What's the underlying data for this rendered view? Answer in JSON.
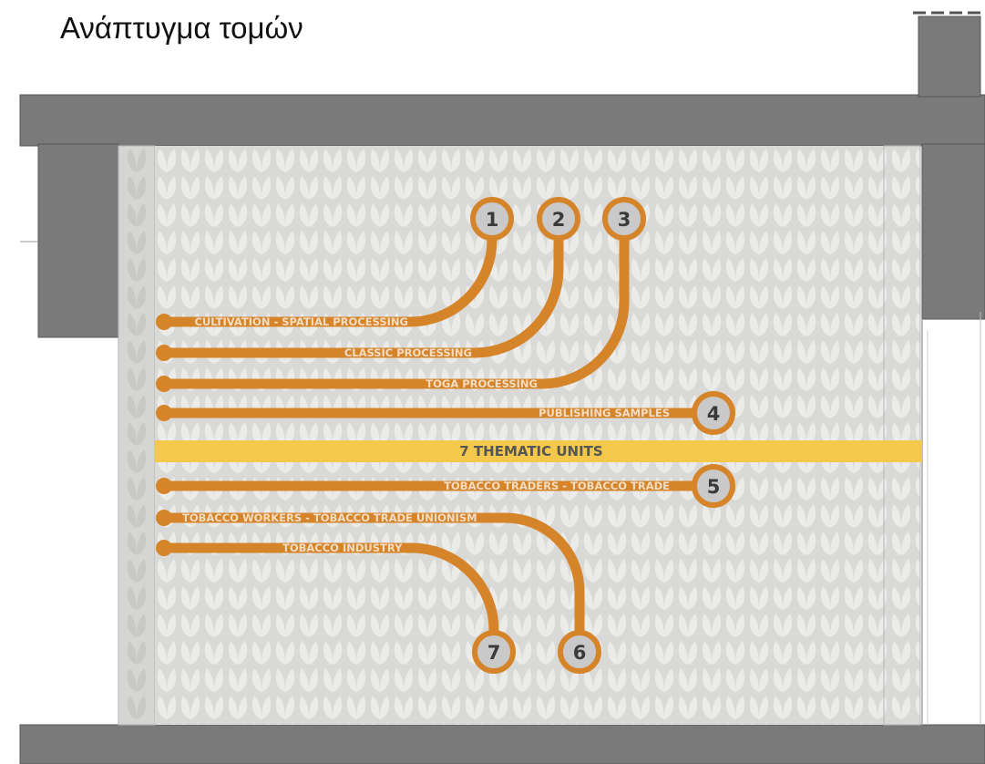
{
  "page": {
    "title": "Ανάπτυγμα τομών"
  },
  "banner": {
    "label": "7 THEMATIC UNITS"
  },
  "colors": {
    "route": "#d5842a",
    "banner": "#f4c84a",
    "wall": "#7a7a7a",
    "panel": "#d9d9d7",
    "node_fill": "#c9c9c9"
  },
  "routes": [
    {
      "number": "1",
      "label": "CULTIVATION - SPATIAL PROCESSING"
    },
    {
      "number": "2",
      "label": "CLASSIC PROCESSING"
    },
    {
      "number": "3",
      "label": "TOGA PROCESSING"
    },
    {
      "number": "4",
      "label": "PUBLISHING SAMPLES"
    },
    {
      "number": "5",
      "label": "TOBACCO TRADERS - TOBACCO TRADE"
    },
    {
      "number": "6",
      "label": "TOBACCO WORKERS - TOBACCO TRADE UNIONISM"
    },
    {
      "number": "7",
      "label": "TOBACCO INDUSTRY"
    }
  ]
}
